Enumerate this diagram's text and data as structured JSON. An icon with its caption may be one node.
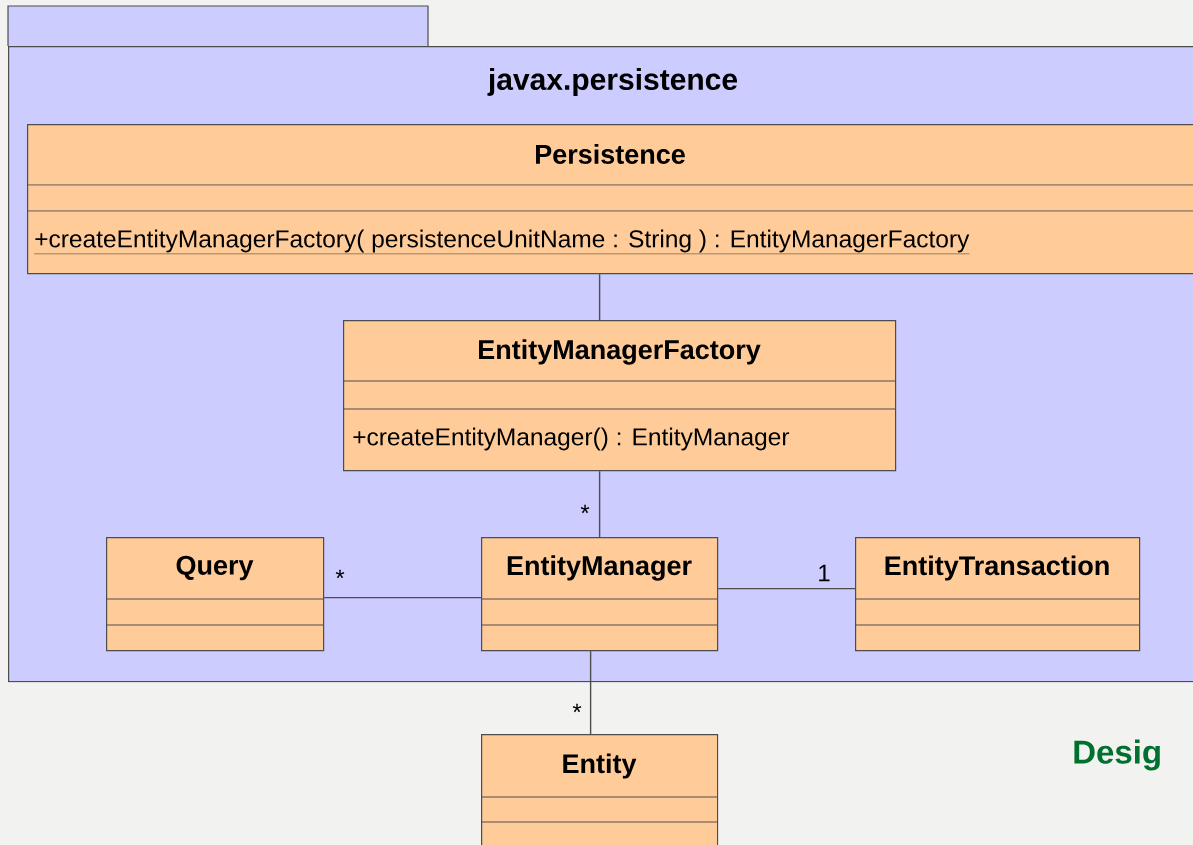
{
  "diagram": {
    "nodes": [
      {
        "text": [
          "javax.persistence"
        ]
      },
      {
        "text": [
          "Persistence",
          "+createEntityManagerFactory( persistenceUnitName : String ) : EntityManagerFactory"
        ],
        "in": 0
      },
      {
        "text": [
          "EntityManagerFactory",
          "+createEntityManager() : EntityManager"
        ],
        "in": 0
      },
      {
        "text": [
          "Query"
        ],
        "in": 0
      },
      {
        "text": [
          "EntityManager"
        ],
        "in": 0
      },
      {
        "text": [
          "EntityTransaction"
        ],
        "in": 0
      },
      {
        "text": [
          "Entity"
        ]
      }
    ],
    "edges": [
      {
        "from": 1,
        "to": 2,
        "arrow": "none"
      },
      {
        "from": 2,
        "to": 4,
        "arrow": "none",
        "label": "*"
      },
      {
        "from": 3,
        "to": 4,
        "arrow": "none",
        "label": "*"
      },
      {
        "from": 4,
        "to": 5,
        "arrow": "none",
        "label": "1"
      },
      {
        "from": 4,
        "to": 6,
        "arrow": "none",
        "label": "*"
      }
    ],
    "labels": [
      "Desig"
    ]
  }
}
